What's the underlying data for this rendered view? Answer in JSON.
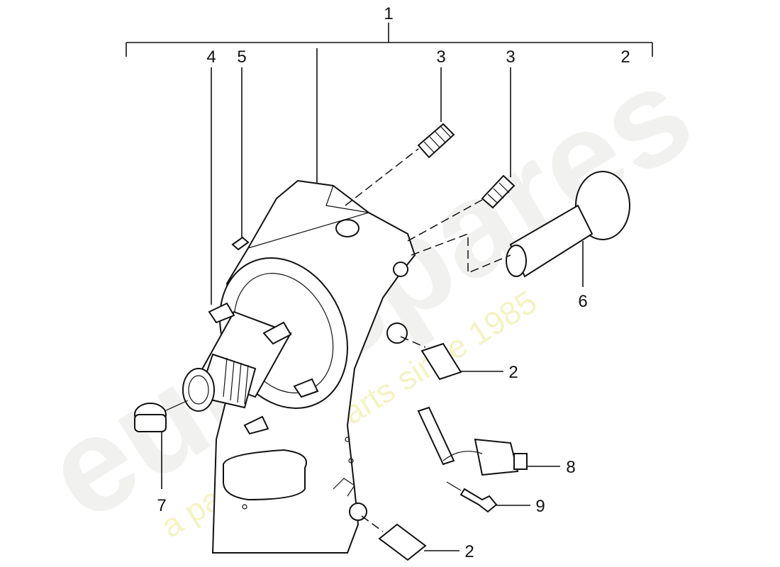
{
  "watermark": {
    "brand": "eurospares",
    "tagline": "a passion for parts since 1985"
  },
  "callouts": {
    "c1": "1",
    "c4": "4",
    "c5": "5",
    "c3a": "3",
    "c3b": "3",
    "c2top": "2",
    "c6": "6",
    "c2mid": "2",
    "c7": "7",
    "c8": "8",
    "c9": "9",
    "c2bottom": "2"
  }
}
